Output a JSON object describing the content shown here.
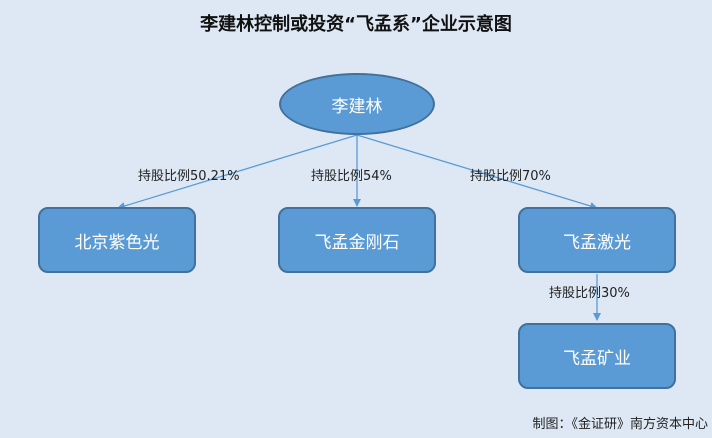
{
  "title": "李建林控制或投资“飞孟系”企业示意图",
  "nodes": {
    "root": "李建林",
    "beijing_zise": "北京紫色光",
    "feimeng_jingangshi": "飞孟金刚石",
    "feimeng_jiguang": "飞孟激光",
    "feimeng_kuangye": "飞孟矿业"
  },
  "edges": {
    "beijing_zise": "持股比例50.21%",
    "feimeng_jingangshi": "持股比例54%",
    "feimeng_jiguang": "持股比例70%",
    "feimeng_kuangye": "持股比例30%"
  },
  "footer": "制图：《金证研》南方资本中心",
  "colors": {
    "background": "#dde8f4",
    "node_fill": "#5b9bd5",
    "node_border": "#41719c",
    "connector": "#5b9bd5"
  }
}
